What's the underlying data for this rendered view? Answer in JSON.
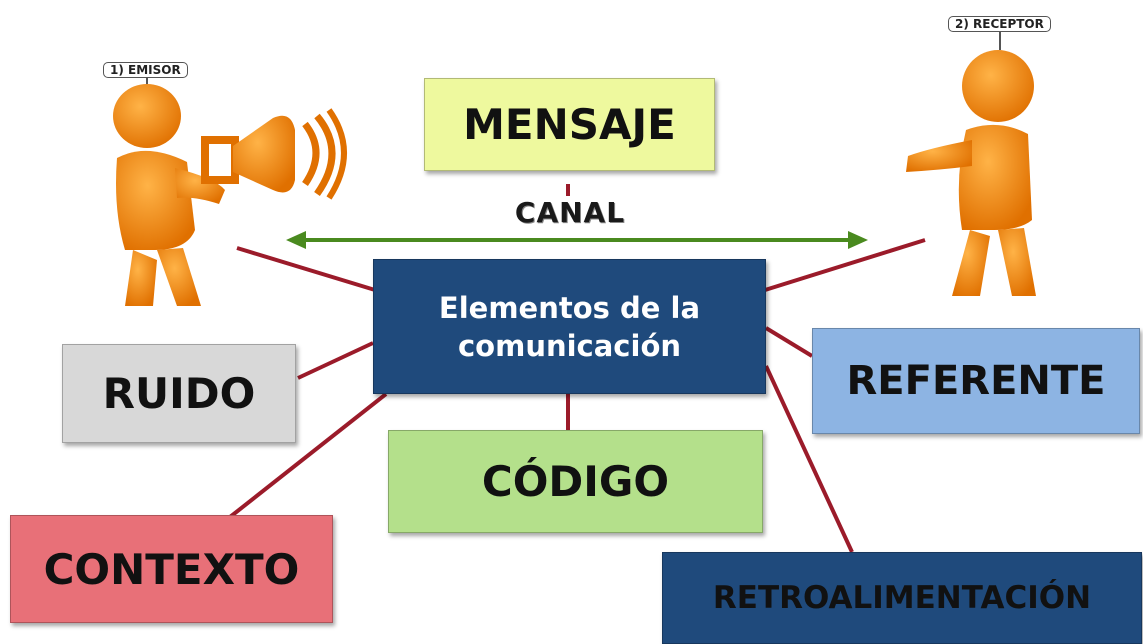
{
  "center": {
    "text": "Elementos de la comunicación"
  },
  "channel": {
    "label": "CANAL"
  },
  "sender": {
    "tag": "1) EMISOR"
  },
  "receiver": {
    "tag": "2) RECEPTOR"
  },
  "elements": {
    "message": "MENSAJE",
    "noise": "RUIDO",
    "code": "CÓDIGO",
    "context": "CONTEXTO",
    "referent": "REFERENTE",
    "feedback": "RETROALIMENTACIÓN"
  },
  "colors": {
    "center": "#1f4a7c",
    "message": "#eef99e",
    "noise": "#d8d8d8",
    "code": "#b4e08b",
    "context": "#e87078",
    "referent": "#8db4e3",
    "feedback": "#1f4a7c",
    "connector": "#9b1b2a",
    "channel_arrow": "#4a8a1f",
    "figure": "#f08a0c"
  }
}
